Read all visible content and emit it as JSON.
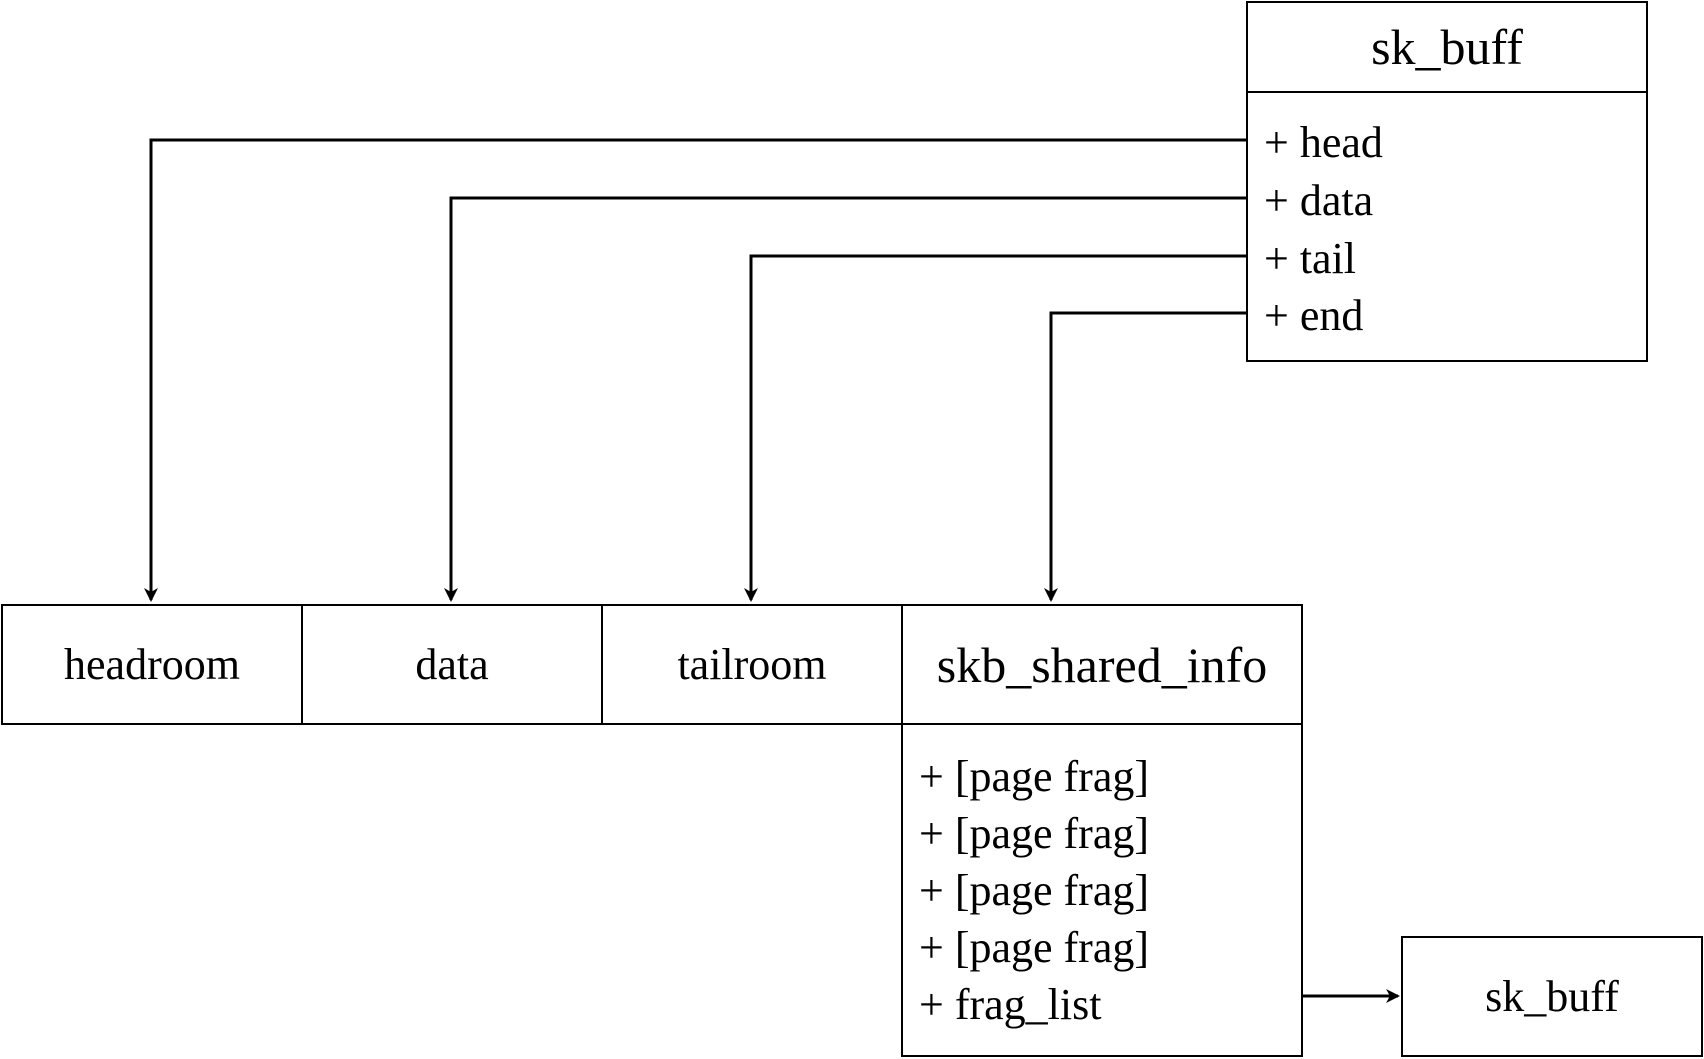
{
  "sk_buff_struct": {
    "title": "sk_buff",
    "fields": [
      "+ head",
      "+ data",
      "+ tail",
      "+ end"
    ]
  },
  "buffer": {
    "segments": [
      "headroom",
      "data",
      "tailroom"
    ]
  },
  "shared_info": {
    "title": "skb_shared_info",
    "fields": [
      "+ [page frag]",
      "+ [page frag]",
      "+ [page frag]",
      "+ [page frag]",
      "+ frag_list"
    ]
  },
  "next_skb": {
    "label": "sk_buff"
  }
}
